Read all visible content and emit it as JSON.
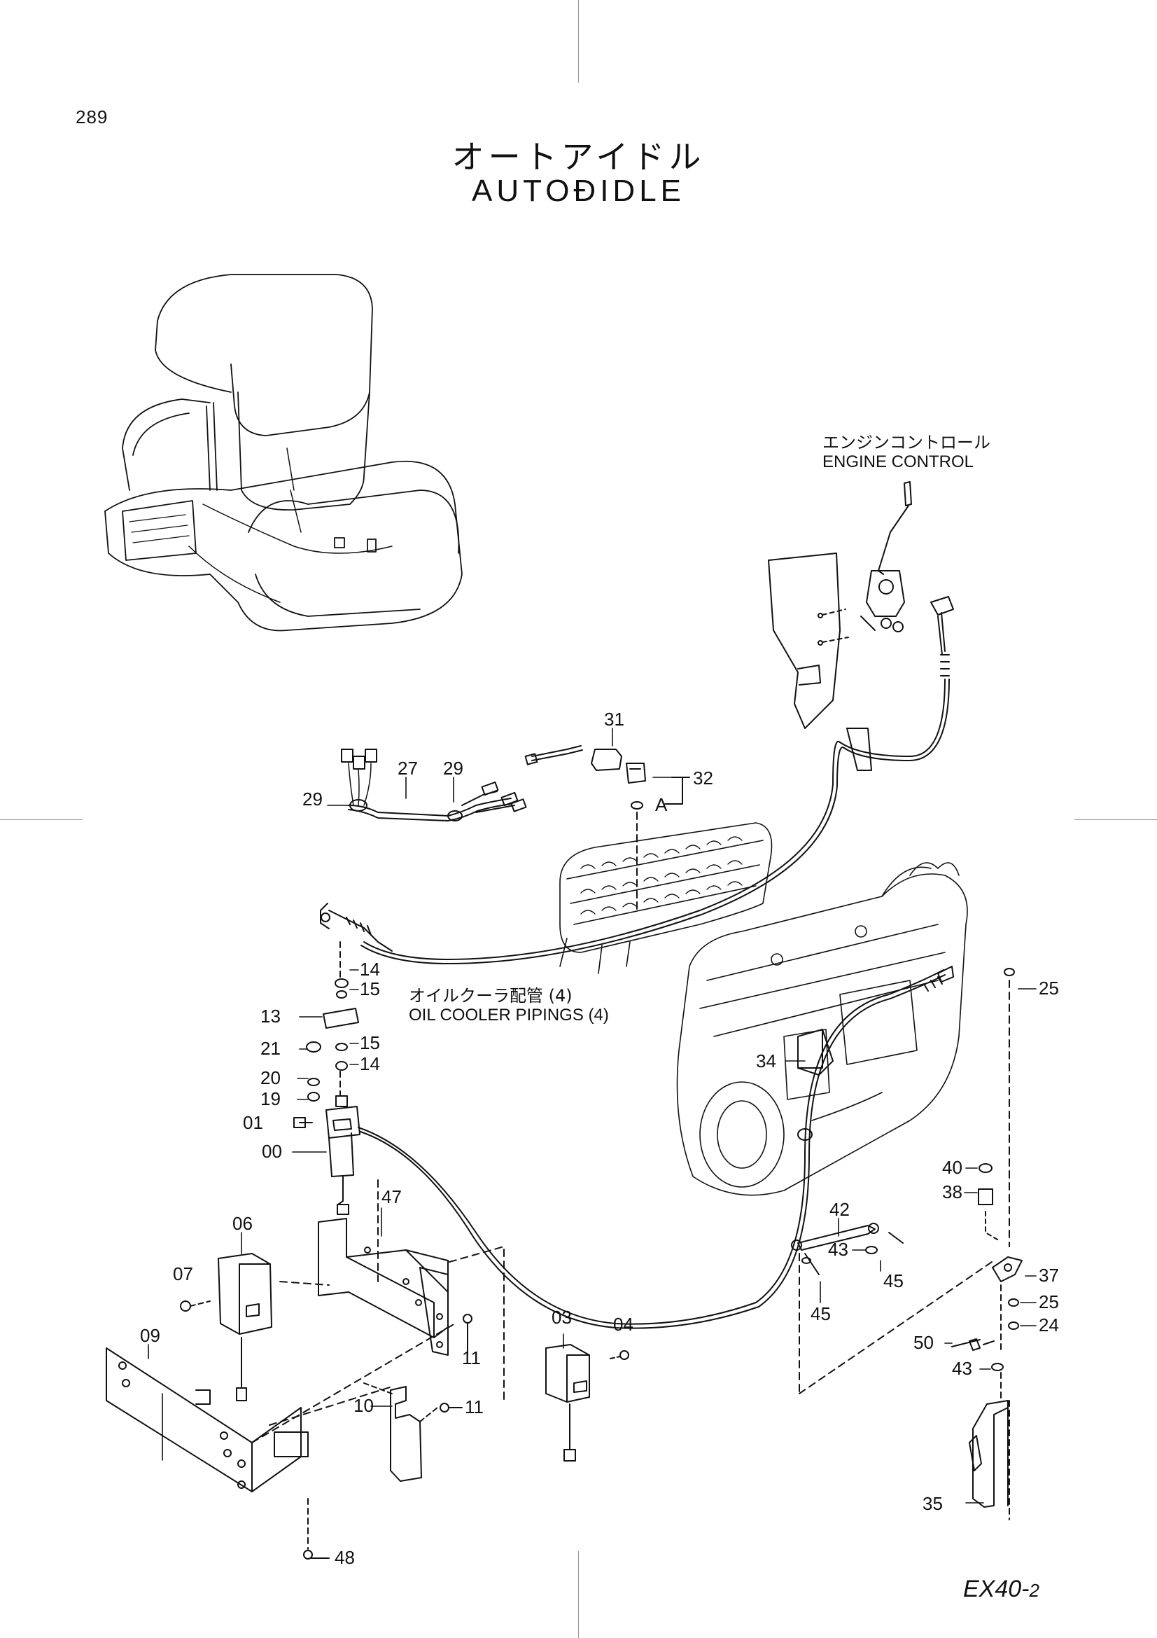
{
  "page_number": "289",
  "title": {
    "ja": "オートアイドル",
    "en": "AUTOÐIDLE"
  },
  "annotations": {
    "engine_control": {
      "ja": "エンジンコントロール",
      "en": "ENGINE CONTROL"
    },
    "oil_cooler": {
      "ja": "オイルクーラ配管 (4)",
      "en": "OIL  COOLER  PIPINGS  (4)"
    },
    "ref_a": "A"
  },
  "part_numbers": {
    "p31": "31",
    "p32": "32",
    "p27": "27",
    "p29a": "29",
    "p29b": "29",
    "p14a": "14",
    "p15a": "15",
    "p13": "13",
    "p21": "21",
    "p15b": "15",
    "p14b": "14",
    "p20": "20",
    "p19": "19",
    "p01": "01",
    "p00": "00",
    "p47": "47",
    "p06": "06",
    "p07": "07",
    "p09": "09",
    "p11a": "11",
    "p10": "10",
    "p11b": "11",
    "p03": "03",
    "p04": "04",
    "p48": "48",
    "p25a": "25",
    "p34": "34",
    "p40": "40",
    "p38": "38",
    "p42": "42",
    "p43a": "43",
    "p45a": "45",
    "p45b": "45",
    "p37": "37",
    "p25b": "25",
    "p24": "24",
    "p50": "50",
    "p43b": "43",
    "p35": "35"
  },
  "model_code": {
    "main": "EX40-",
    "suffix": "2"
  }
}
